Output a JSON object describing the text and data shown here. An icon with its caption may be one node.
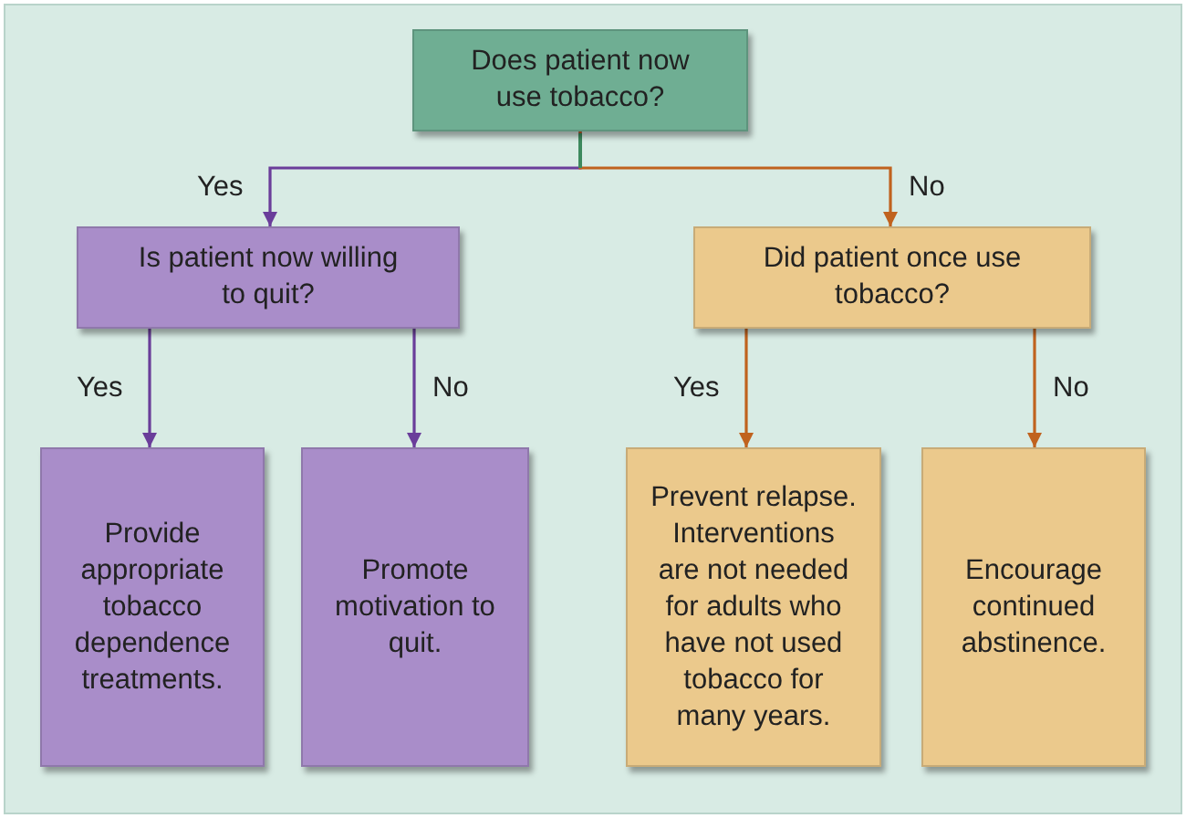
{
  "diagram": {
    "nodes": [
      {
        "text": [
          "Does patient now use tobacco?"
        ]
      },
      {
        "text": [
          "Is patient now willing to quit?"
        ]
      },
      {
        "text": [
          "Did patient once use tobacco?"
        ]
      },
      {
        "text": [
          "Provide appropriate tobacco dependence treatments."
        ]
      },
      {
        "text": [
          "Promote motivation to quit."
        ]
      },
      {
        "text": [
          "Prevent relapse. Interventions are not needed for adults who have not used tobacco for many years."
        ]
      },
      {
        "text": [
          "Encourage continued abstinence."
        ]
      }
    ],
    "edges": [
      {
        "from": 0,
        "to": 1,
        "arrow": "to",
        "label": "Yes",
        "color": "#6a3d9a"
      },
      {
        "from": 0,
        "to": 2,
        "arrow": "to",
        "label": "No",
        "color": "#c0621e"
      },
      {
        "from": 1,
        "to": 3,
        "arrow": "to",
        "label": "Yes",
        "color": "#6a3d9a"
      },
      {
        "from": 1,
        "to": 4,
        "arrow": "to",
        "label": "No",
        "color": "#6a3d9a"
      },
      {
        "from": 2,
        "to": 5,
        "arrow": "to",
        "label": "Yes",
        "color": "#c0621e"
      },
      {
        "from": 2,
        "to": 6,
        "arrow": "to",
        "label": "No",
        "color": "#c0621e"
      }
    ]
  }
}
